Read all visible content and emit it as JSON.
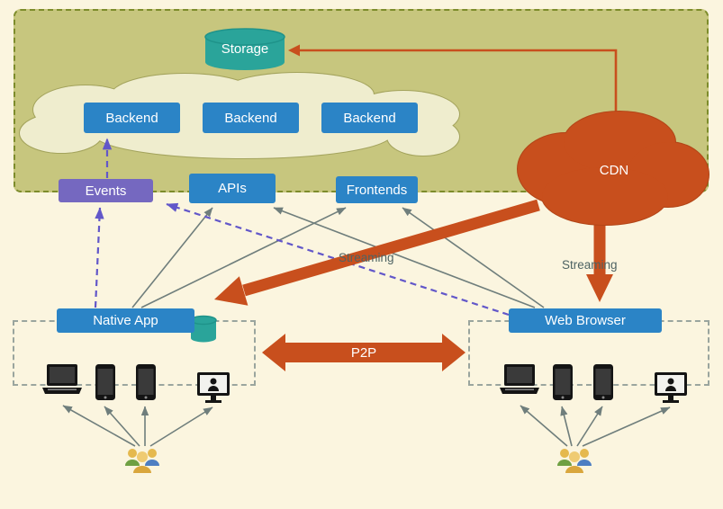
{
  "diagram": {
    "nodes": {
      "storage": "Storage",
      "backends": [
        "Backend",
        "Backend",
        "Backend"
      ],
      "events": "Events",
      "apis": "APIs",
      "frontends": "Frontends",
      "cdn": "CDN",
      "native_app": "Native App",
      "web_browser": "Web Browser"
    },
    "labels": {
      "p2p": "P2P",
      "streaming_left": "Streaming",
      "streaming_right": "Streaming"
    },
    "edges": [
      {
        "from": "events",
        "to": "backend-cloud",
        "style": "dashed-purple"
      },
      {
        "from": "native-app",
        "to": "events",
        "style": "dashed-purple"
      },
      {
        "from": "web-browser",
        "to": "events",
        "style": "dashed-purple"
      },
      {
        "from": "native-app",
        "to": "apis",
        "style": "solid-gray"
      },
      {
        "from": "native-app",
        "to": "frontends",
        "style": "solid-gray"
      },
      {
        "from": "web-browser",
        "to": "apis",
        "style": "solid-gray"
      },
      {
        "from": "web-browser",
        "to": "frontends",
        "style": "solid-gray"
      },
      {
        "from": "cdn",
        "to": "storage",
        "style": "thin-orange"
      },
      {
        "from": "cdn",
        "to": "native-app",
        "style": "thick-orange",
        "label": "Streaming"
      },
      {
        "from": "cdn",
        "to": "web-browser",
        "style": "thick-orange",
        "label": "Streaming"
      },
      {
        "from": "native-devices",
        "to": "browser-devices",
        "style": "thick-orange-double",
        "label": "P2P"
      },
      {
        "from": "users-left",
        "to": "native-devices",
        "style": "solid-gray"
      },
      {
        "from": "users-right",
        "to": "browser-devices",
        "style": "solid-gray"
      }
    ],
    "colors": {
      "background": "#FBF5DF",
      "panel": "#C7C67E",
      "panel_border": "#7D8C2B",
      "cloud_fill": "#EFEDCE",
      "cloud_stroke": "#A3A35C",
      "node_blue": "#2B84C6",
      "node_purple": "#7568C0",
      "cylinder_teal": "#2AA49A",
      "cdn_orange": "#C84F1D",
      "arrow_gray": "#6F7E7C",
      "arrow_purple": "#6257C9"
    }
  }
}
